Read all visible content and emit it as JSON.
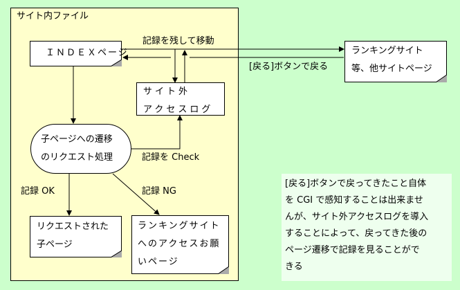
{
  "container": {
    "label": "サイト内ファイル"
  },
  "nodes": {
    "index_page": "ＩＮＤＥＸページ",
    "external_log": "サイト外\nアクセスログ",
    "request_process": "子ページへの遷移\nのリクエスト処理",
    "child_page": "リクエストされた\n子ページ",
    "ranking_request_page": "ランキングサイト\nへのアクセスお願\nいページ",
    "ranking_site": "ランキングサイト\n等、他サイトページ"
  },
  "edges": {
    "record_and_move": "記録を残して移動",
    "back_button": "[戻る]ボタンで戻る",
    "check_record": "記録を Check",
    "record_ok": "記録 OK",
    "record_ng": "記録 NG"
  },
  "note": {
    "text": "[戻る]ボタンで戻ってきたこと自体\nを CGI で感知することは出来ませ\nんが、サイト外アクセスログを導入\nすることによって、戻ってきた後の\nページ遷移で記録を見ることがで\nきる"
  },
  "colors": {
    "background": "#ccffcc",
    "site_area": "#ffffcc",
    "note_area": "#eeffee",
    "node_fill": "#ffffff"
  }
}
